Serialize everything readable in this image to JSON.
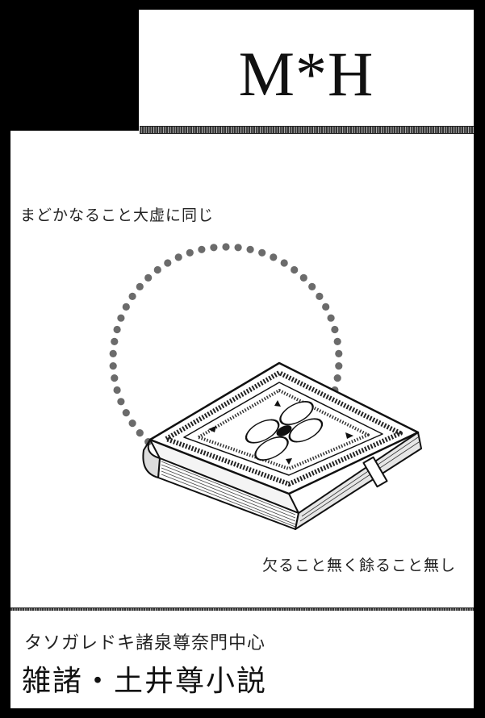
{
  "title": "M*H",
  "phrase_top": "まどかなること大虚に同じ",
  "phrase_bottom": "欠ること無く餘ること無し",
  "subtitle": "タソガレドキ諸泉尊奈門中心",
  "headline": "雑諸・土井尊小説",
  "colors": {
    "background": "#000000",
    "panel": "#ffffff",
    "ink": "#111111",
    "dot_ring": "#6b6b6b"
  },
  "illustration": {
    "book_icon": "book-icon",
    "ring_icon": "dotted-circle-icon"
  }
}
